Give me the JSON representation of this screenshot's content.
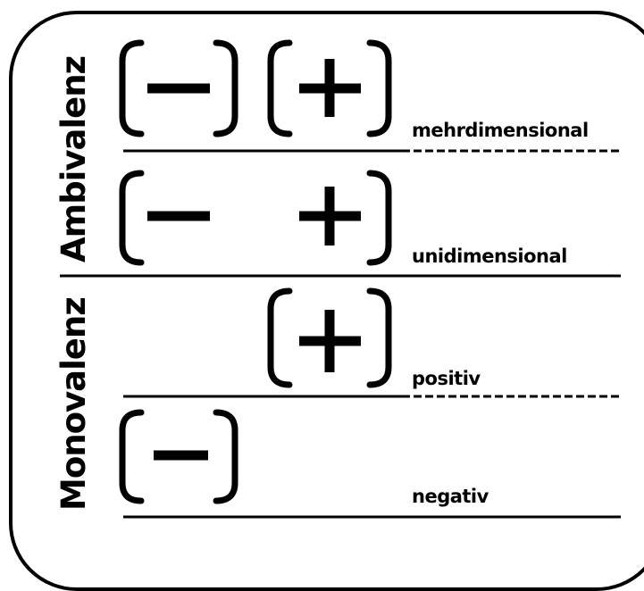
{
  "categories": {
    "ambivalenz": "Ambivalenz",
    "monovalenz": "Monovalenz"
  },
  "rows": {
    "mehrdimensional": "mehrdimensional",
    "unidimensional": "unidimensional",
    "positiv": "positiv",
    "negativ": "negativ"
  },
  "signs": {
    "minus": "−",
    "plus": "+"
  },
  "colors": {
    "ink": "#000000",
    "background": "#ffffff"
  }
}
